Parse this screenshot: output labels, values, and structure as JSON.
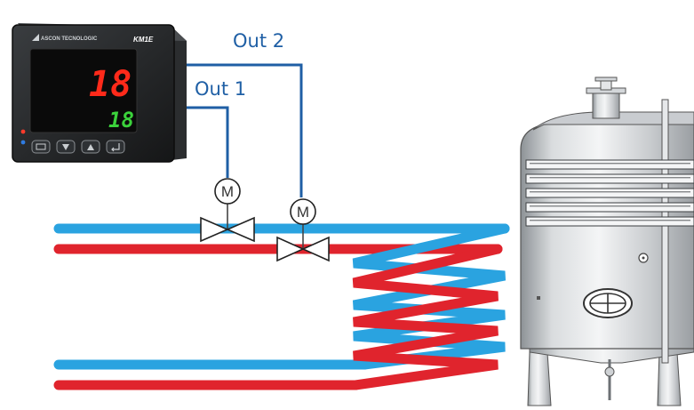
{
  "controller": {
    "brand": "ASCON TECNOLOGIC",
    "model": "KM1E",
    "process_value": "18",
    "setpoint_value": "18"
  },
  "outputs": {
    "out1_label": "Out 1",
    "out2_label": "Out 2"
  },
  "valves": {
    "motor_symbol": "M"
  },
  "colors": {
    "hot_pipe": "#e0242d",
    "cold_pipe": "#2aa3e0",
    "signal_wire": "#1f5fa5",
    "display_red": "#ff2a1a",
    "display_green": "#3bd13b"
  },
  "icons": [
    "motor-valve-icon",
    "tank-icon",
    "controller-icon"
  ]
}
